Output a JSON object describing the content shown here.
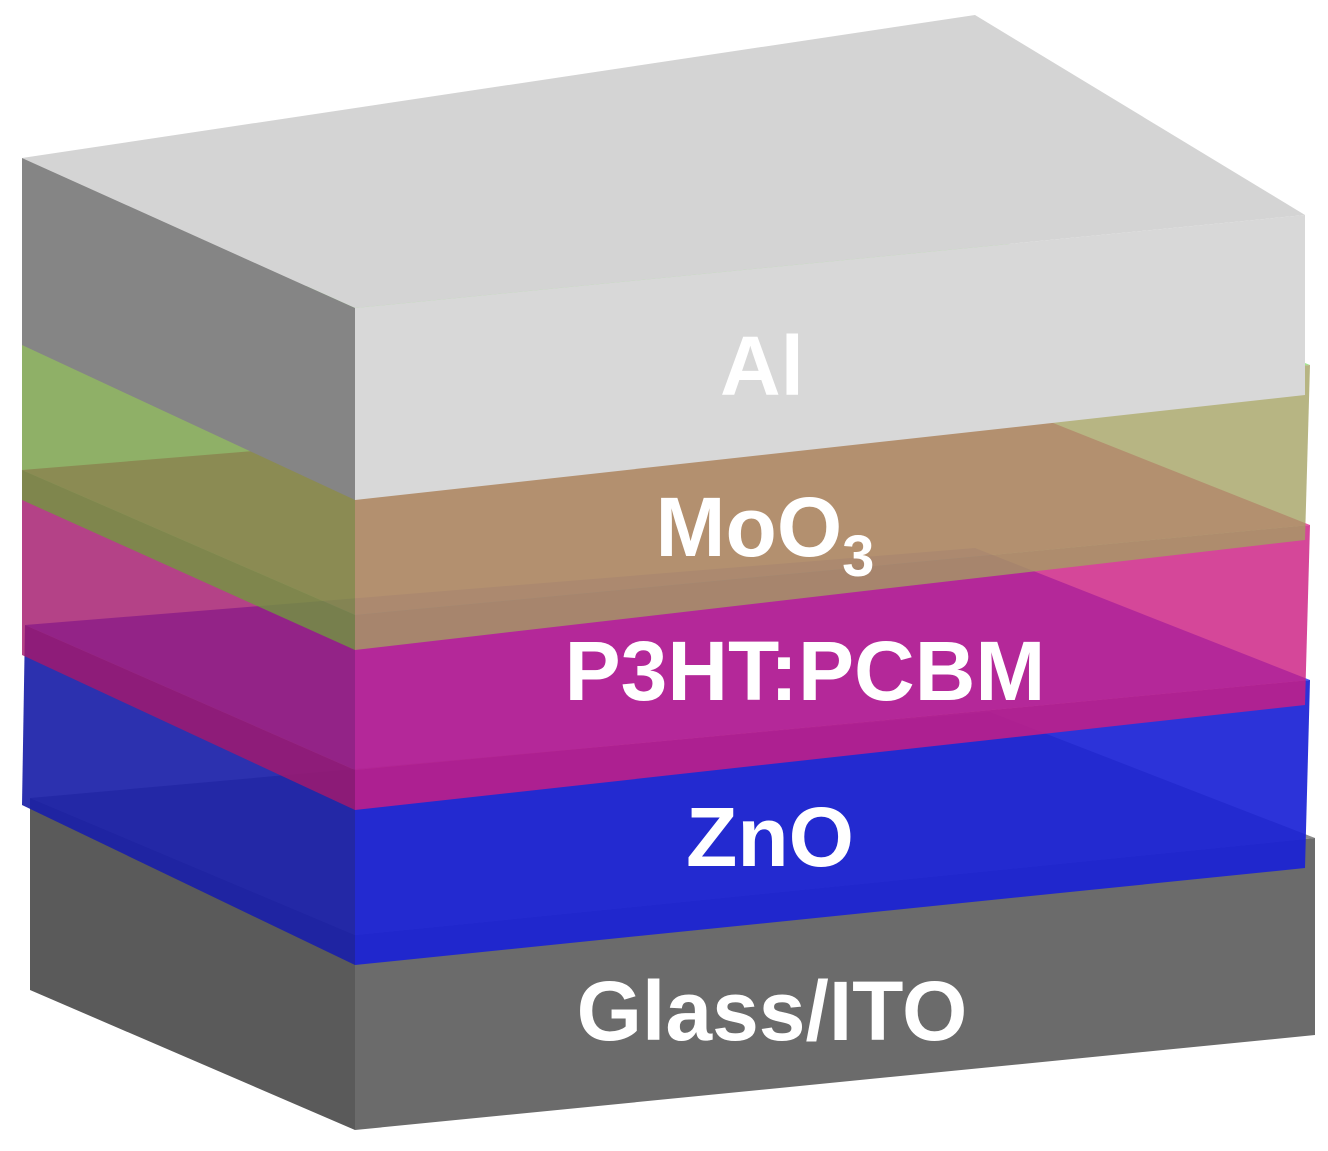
{
  "layers": [
    {
      "id": "glass-ito",
      "label": "Glass/ITO",
      "colors": {
        "top": "#8c8c8c",
        "left": "#5a5a5a",
        "front": "#6b6b6b"
      }
    },
    {
      "id": "zno",
      "label": "ZnO",
      "colors": {
        "top": "#2a39ff",
        "left": "#1a1fa8",
        "front": "#1a22d6"
      }
    },
    {
      "id": "p3ht-pcbm",
      "label": "P3HT:PCBM",
      "colors": {
        "top": "#e8338f",
        "left": "#a4186c",
        "front": "#cc1e82"
      }
    },
    {
      "id": "moo3",
      "label": "MoO",
      "label_subscript": "3",
      "colors": {
        "top": "#95e27f",
        "left": "#6f9a3c",
        "front": "#a3a060"
      }
    },
    {
      "id": "al",
      "label": "Al",
      "colors": {
        "top": "#d4d4d4",
        "left": "#858585",
        "front": "#d8d8d8"
      }
    }
  ]
}
